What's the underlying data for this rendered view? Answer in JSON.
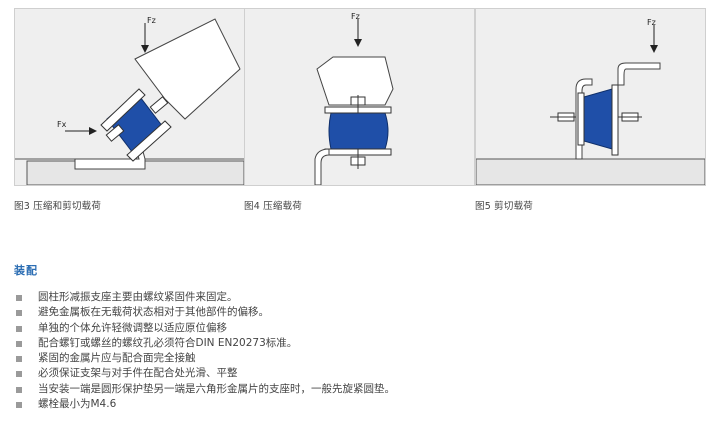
{
  "figures": [
    {
      "caption": "图3 压缩和剪切载荷",
      "fz_label": "Fz",
      "fx_label": "Fx"
    },
    {
      "caption": "图4 压缩载荷",
      "fz_label": "Fz"
    },
    {
      "caption": "图5 剪切载荷",
      "fz_label": "Fz"
    }
  ],
  "section": {
    "title": "装配",
    "items": [
      "圆柱形减振支座主要由螺纹紧固件来固定。",
      "避免金属板在无载荷状态相对于其他部件的偏移。",
      "单独的个体允许轻微调整以适应原位偏移",
      "配合螺钉或螺丝的螺纹孔必须符合DIN EN20273标准。",
      "紧固的金属片应与配合面完全接触",
      "必须保证支架与对手件在配合处光滑、平整",
      "当安装一端是圆形保护垫另一端是六角形金属片的支座时，一般先旋紧圆垫。",
      "螺栓最小为M4.6"
    ]
  },
  "colors": {
    "rubber": "#1f4fa8",
    "accent": "#2b6db3",
    "steel": "#ffffff",
    "background": "#efefef"
  }
}
